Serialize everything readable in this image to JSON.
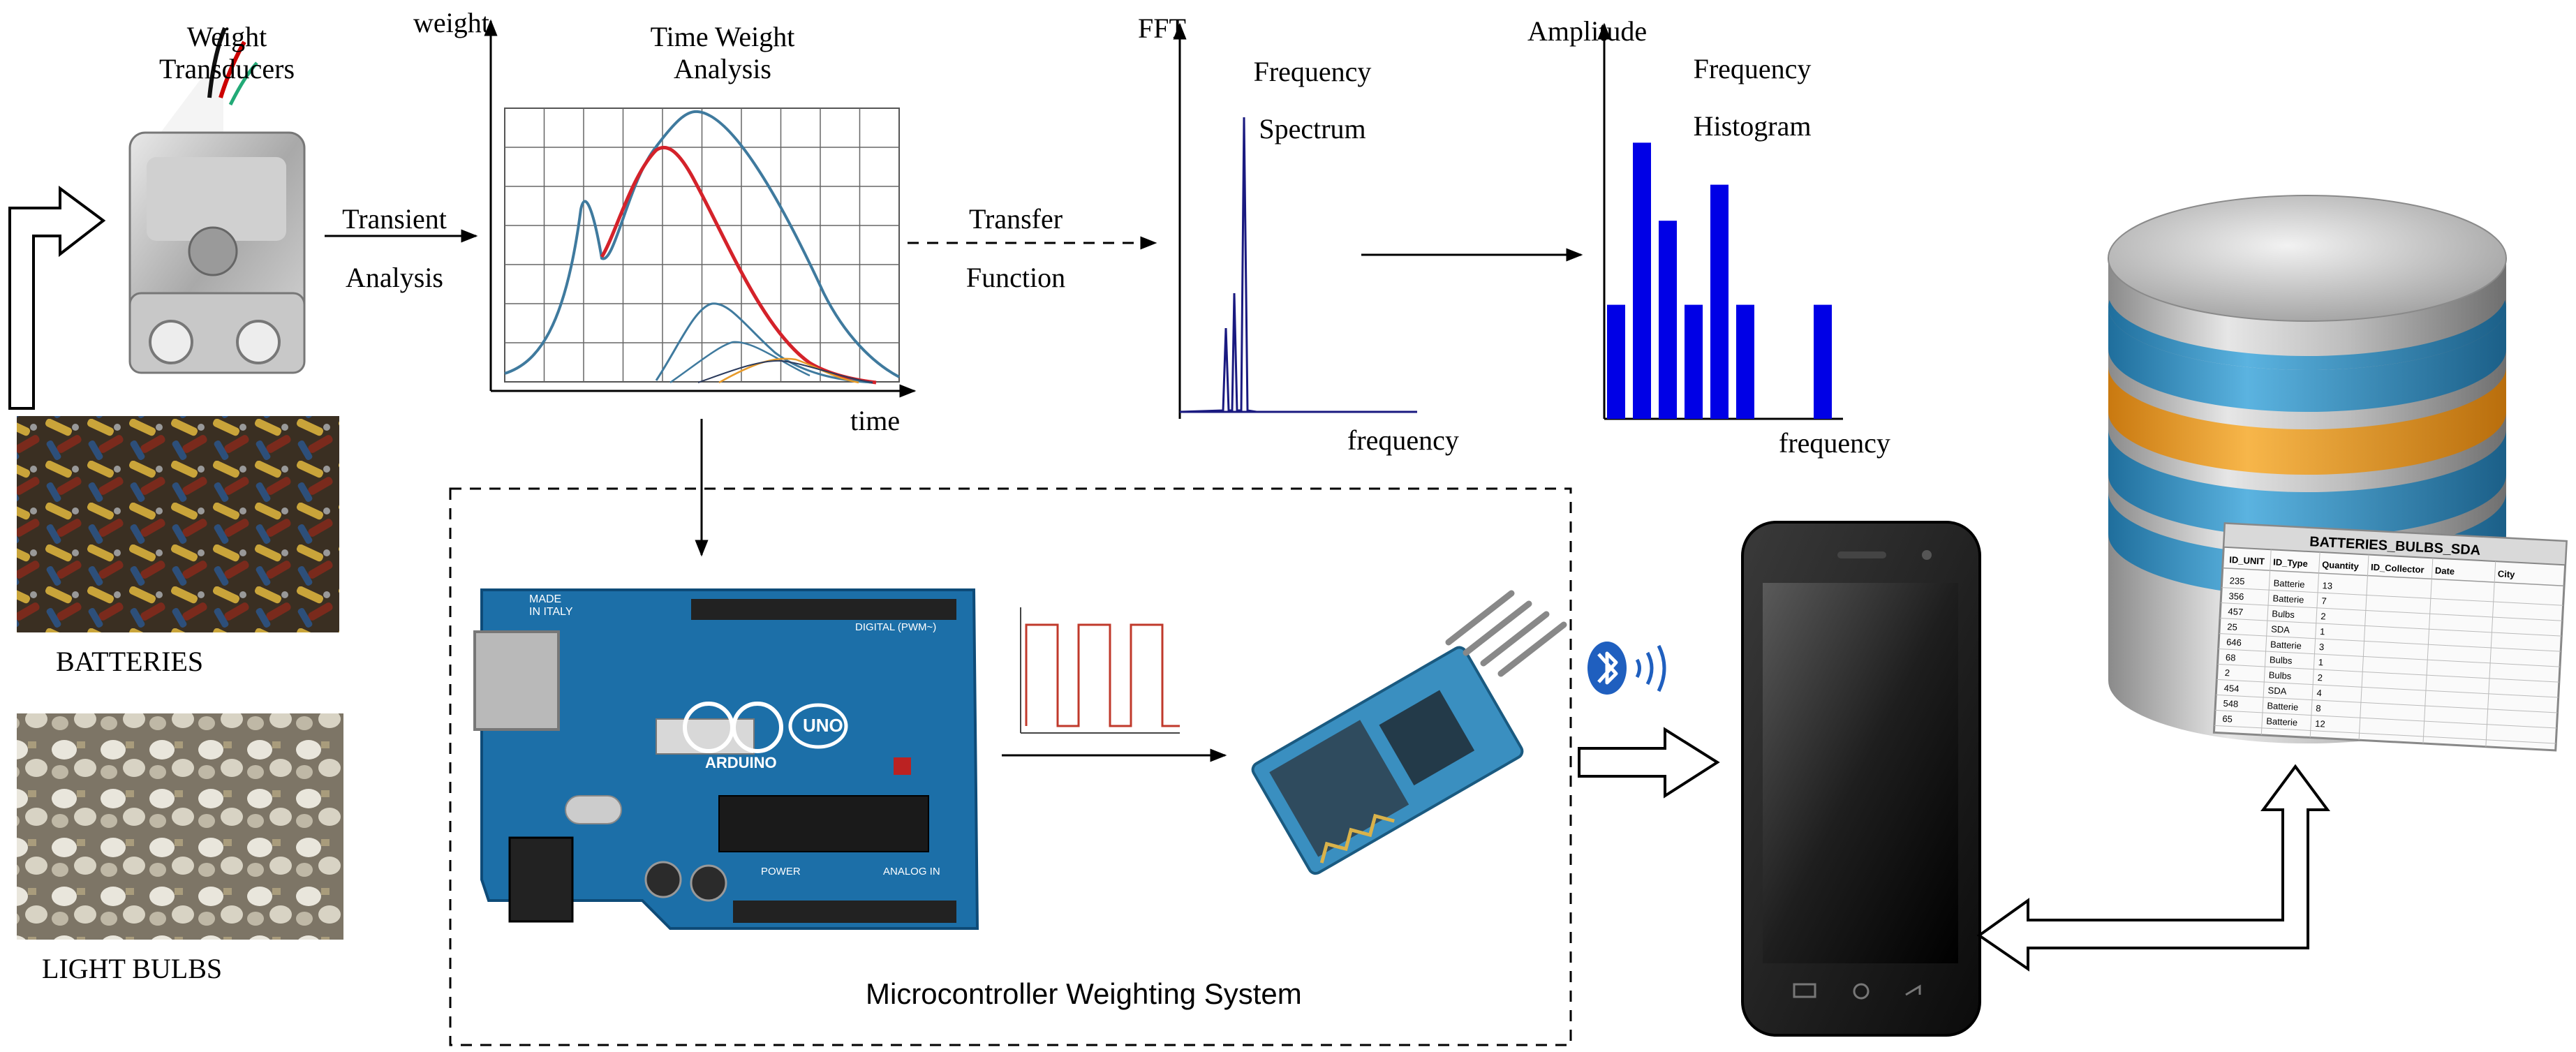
{
  "labels": {
    "weight_transducers": [
      "Weight",
      "Transducers"
    ],
    "transient_analysis": [
      "Transient",
      "Analysis"
    ],
    "time_weight_analysis": [
      "Time Weight",
      "Analysis"
    ],
    "axis_weight": "weight",
    "axis_time": "time",
    "transfer_function": [
      "Transfer",
      "Function"
    ],
    "fft": "FFT",
    "frequency_spectrum": [
      "Frequency",
      "Spectrum"
    ],
    "axis_frequency_1": "frequency",
    "amplitude": "Amplitude",
    "frequency_histogram": [
      "Frequency",
      "Histogram"
    ],
    "axis_frequency_2": "frequency",
    "batteries": "BATTERIES",
    "light_bulbs": "LIGHT BULBS",
    "system_title": "Microcontroller Weighting System",
    "arduino_made_in": [
      "MADE",
      "IN ITALY"
    ],
    "arduino_brand": "ARDUINO",
    "arduino_model": "UNO",
    "arduino_digital": "DIGITAL (PWM~)",
    "arduino_analog": "ANALOG IN",
    "arduino_power": "POWER",
    "table_title": "BATTERIES_BULBS_SDA",
    "table_headers": [
      "ID_UNIT",
      "ID_Type",
      "Quantity",
      "ID_Collector",
      "Date",
      "City"
    ]
  },
  "table_rows": [
    [
      "235",
      "Batterie",
      "13"
    ],
    [
      "356",
      "Batterie",
      "7"
    ],
    [
      "457",
      "Bulbs",
      "2"
    ],
    [
      "25",
      "SDA",
      "1"
    ],
    [
      "646",
      "Batterie",
      "3"
    ],
    [
      "68",
      "Bulbs",
      "1"
    ],
    [
      "2",
      "Bulbs",
      "2"
    ],
    [
      "454",
      "SDA",
      "4"
    ],
    [
      "548",
      "Batterie",
      "8"
    ],
    [
      "65",
      "Batterie",
      "12"
    ]
  ],
  "histogram_bars": [
    0.38,
    0.92,
    0.66,
    0.38,
    0.78,
    0.38,
    0,
    0,
    0.38
  ],
  "colors": {
    "histogram": "#0000e6",
    "spectrum": "#1a1a80",
    "curve_blue": "#3f7a9e",
    "curve_red": "#d4222a",
    "arduino": "#1c6fa8",
    "db_blue": "#3c95c4",
    "db_orange": "#f0a02c"
  }
}
